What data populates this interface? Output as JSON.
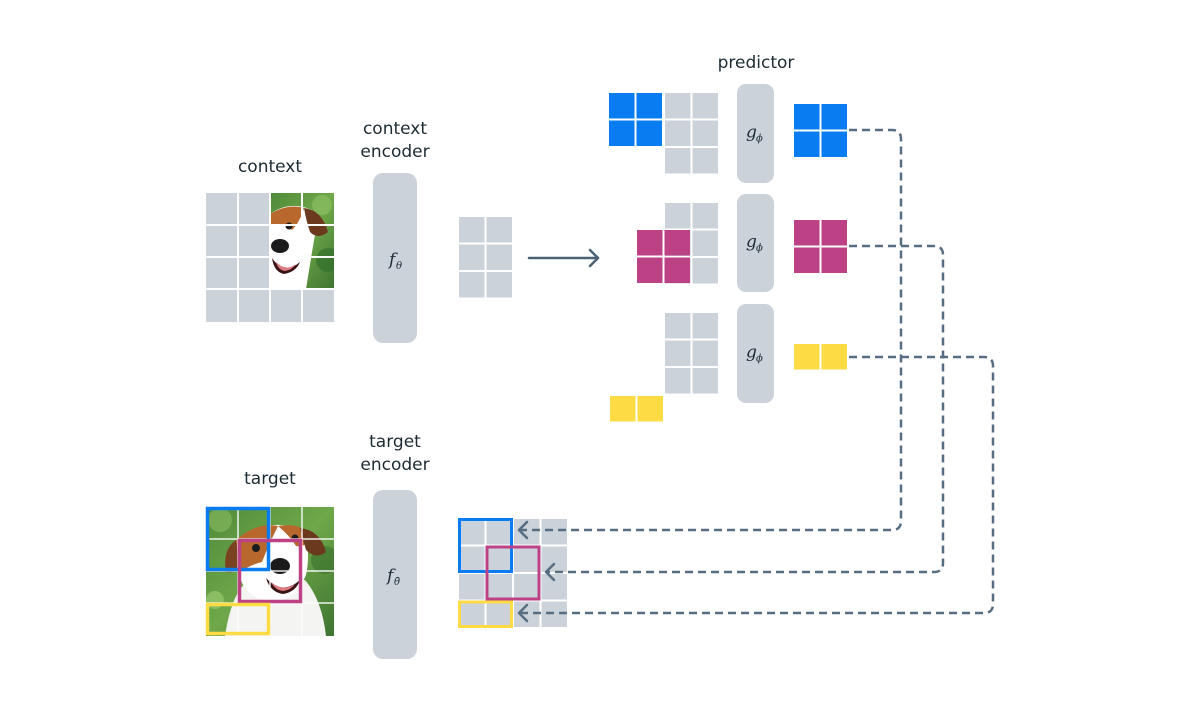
{
  "labels": {
    "context": "context",
    "context_encoder_line1": "context",
    "context_encoder_line2": "encoder",
    "predictor": "predictor",
    "target": "target",
    "target_encoder_line1": "target",
    "target_encoder_line2": "encoder"
  },
  "symbols": {
    "context_encoder": {
      "base": "f",
      "sub": "θ"
    },
    "target_encoder": {
      "base": "f",
      "sub": "θ̄"
    },
    "predictor": {
      "base": "g",
      "sub": "ϕ"
    }
  },
  "colors": {
    "block_gray": "#cbd2d9",
    "blue": "#0a7cf2",
    "magenta": "#bc4285",
    "yellow": "#fddb45",
    "arrow": "#4a6274",
    "dash": "#576e82",
    "text": "#1c2b33"
  },
  "context_image": {
    "grid": "4x4",
    "visible_patches": [
      [
        0,
        2
      ],
      [
        0,
        3
      ],
      [
        1,
        2
      ],
      [
        1,
        3
      ],
      [
        2,
        2
      ],
      [
        2,
        3
      ]
    ]
  },
  "predictor_rows": [
    {
      "name": "blue",
      "target_color_key": "blue",
      "target_shape": "2x2"
    },
    {
      "name": "magenta",
      "target_color_key": "magenta",
      "target_shape": "2x2"
    },
    {
      "name": "yellow",
      "target_color_key": "yellow",
      "target_shape": "1x2"
    }
  ],
  "target_image": {
    "grid": "4x4",
    "target_blocks": [
      {
        "color_key": "blue",
        "row": 0,
        "col": 0,
        "rows": 2,
        "cols": 2
      },
      {
        "color_key": "magenta",
        "row": 1,
        "col": 1,
        "rows": 2,
        "cols": 2
      },
      {
        "color_key": "yellow",
        "row": 3,
        "col": 0,
        "rows": 1,
        "cols": 2
      }
    ]
  }
}
